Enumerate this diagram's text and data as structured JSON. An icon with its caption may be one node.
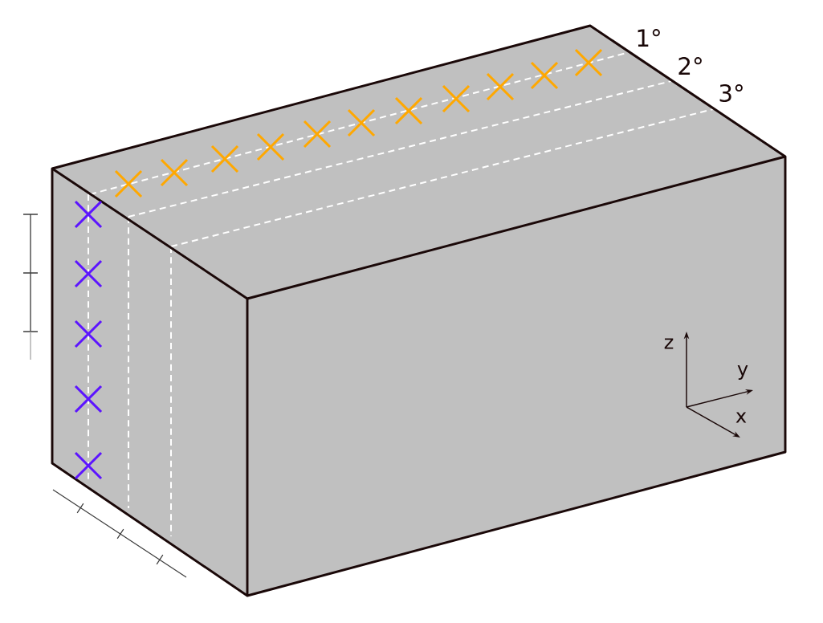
{
  "diagram": {
    "labels": [
      "1°",
      "2°",
      "3°",
      "z",
      "y",
      "x"
    ]
  }
}
